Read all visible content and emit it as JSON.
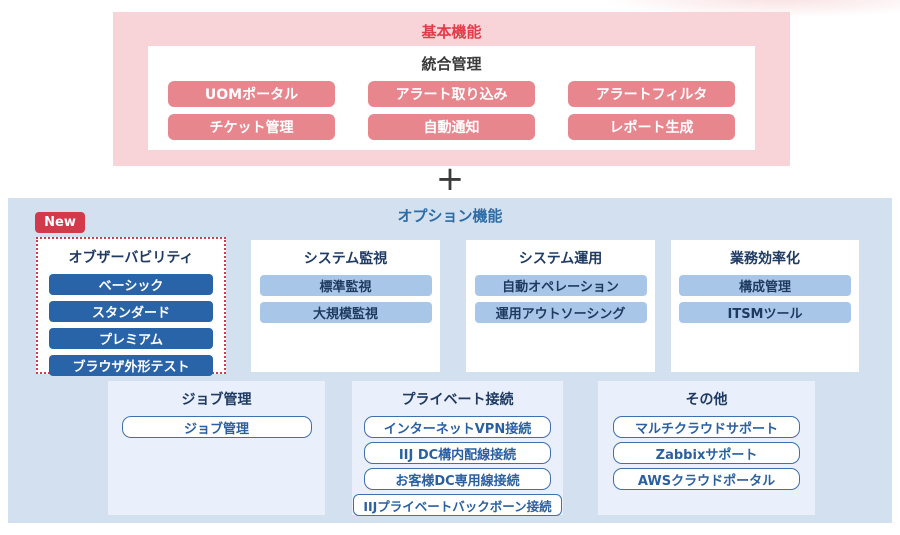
{
  "basic": {
    "title": "基本機能",
    "group_title": "統合管理",
    "buttons": [
      "UOMポータル",
      "アラート取り込み",
      "アラートフィルタ",
      "チケット管理",
      "自動通知",
      "レポート生成"
    ]
  },
  "plus_sign": "+",
  "options": {
    "title": "オプション機能",
    "new_badge": "New",
    "observability": {
      "title": "オブザーバビリティ",
      "buttons": [
        "ベーシック",
        "スタンダード",
        "プレミアム",
        "ブラウザ外形テスト"
      ]
    },
    "monitoring": {
      "title": "システム監視",
      "buttons": [
        "標準監視",
        "大規模監視"
      ]
    },
    "operation": {
      "title": "システム運用",
      "buttons": [
        "自動オペレーション",
        "運用アウトソーシング"
      ]
    },
    "efficiency": {
      "title": "業務効率化",
      "buttons": [
        "構成管理",
        "ITSMツール"
      ]
    },
    "job": {
      "title": "ジョブ管理",
      "buttons": [
        "ジョブ管理"
      ]
    },
    "private": {
      "title": "プライベート接続",
      "buttons": [
        "インターネットVPN接続",
        "IIJ DC構内配線接続",
        "お客様DC専用線接続",
        "IIJプライベートバックボーン接続"
      ]
    },
    "others": {
      "title": "その他",
      "buttons": [
        "マルチクラウドサポート",
        "Zabbixサポート",
        "AWSクラウドポータル"
      ]
    }
  },
  "colors": {
    "basic_panel_bg": "#f8d4d8",
    "basic_title_red": "#e23c48",
    "basic_chip_bg": "#e8868e",
    "option_panel_bg": "#d3e0ef",
    "option_title_blue": "#2e6ca5",
    "new_badge_bg": "#d2394a",
    "observability_border": "#d2394a",
    "dark_chip_bg": "#2a64a8",
    "light_chip_bg": "#a8c6e8",
    "box_title_navy": "#1f3a63",
    "outline_chip_border": "#3f6fac",
    "bottom_box_bg": "#e9effb"
  }
}
